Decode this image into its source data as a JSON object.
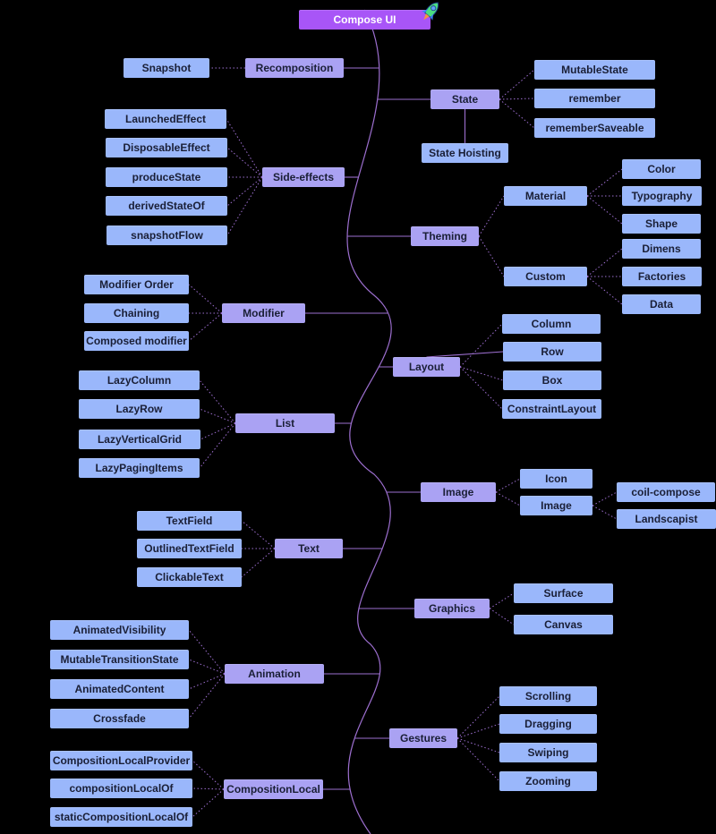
{
  "colors": {
    "background": "#000000",
    "root": "#a855f7",
    "topic": "#aaa2f3",
    "leaf": "#9ab7fb",
    "line": "#9d6fd0",
    "text": "#1a1f36"
  },
  "root": {
    "label": "Compose UI",
    "icon": "rocket-icon"
  },
  "nodes": [
    {
      "id": "recomposition",
      "label": "Recomposition",
      "kind": "topic",
      "parent": "spine"
    },
    {
      "id": "snapshot",
      "label": "Snapshot",
      "kind": "leaf",
      "parent": "recomposition"
    },
    {
      "id": "state",
      "label": "State",
      "kind": "topic",
      "parent": "spine"
    },
    {
      "id": "mutablestate",
      "label": "MutableState",
      "kind": "leaf",
      "parent": "state"
    },
    {
      "id": "remember",
      "label": "remember",
      "kind": "leaf",
      "parent": "state"
    },
    {
      "id": "remembersaveable",
      "label": "rememberSaveable",
      "kind": "leaf",
      "parent": "state"
    },
    {
      "id": "statehoisting",
      "label": "State Hoisting",
      "kind": "leaf",
      "parent": "state"
    },
    {
      "id": "sideeffects",
      "label": "Side-effects",
      "kind": "topic",
      "parent": "spine"
    },
    {
      "id": "launchedeffect",
      "label": "LaunchedEffect",
      "kind": "leaf",
      "parent": "sideeffects"
    },
    {
      "id": "disposableeffect",
      "label": "DisposableEffect",
      "kind": "leaf",
      "parent": "sideeffects"
    },
    {
      "id": "producestate",
      "label": "produceState",
      "kind": "leaf",
      "parent": "sideeffects"
    },
    {
      "id": "derivedstateof",
      "label": "derivedStateOf",
      "kind": "leaf",
      "parent": "sideeffects"
    },
    {
      "id": "snapshotflow",
      "label": "snapshotFlow",
      "kind": "leaf",
      "parent": "sideeffects"
    },
    {
      "id": "theming",
      "label": "Theming",
      "kind": "topic",
      "parent": "spine"
    },
    {
      "id": "material",
      "label": "Material",
      "kind": "leaf",
      "parent": "theming"
    },
    {
      "id": "color",
      "label": "Color",
      "kind": "leaf",
      "parent": "material"
    },
    {
      "id": "typography",
      "label": "Typography",
      "kind": "leaf",
      "parent": "material"
    },
    {
      "id": "shape",
      "label": "Shape",
      "kind": "leaf",
      "parent": "material"
    },
    {
      "id": "custom",
      "label": "Custom",
      "kind": "leaf",
      "parent": "theming"
    },
    {
      "id": "dimens",
      "label": "Dimens",
      "kind": "leaf",
      "parent": "custom"
    },
    {
      "id": "factories",
      "label": "Factories",
      "kind": "leaf",
      "parent": "custom"
    },
    {
      "id": "data",
      "label": "Data",
      "kind": "leaf",
      "parent": "custom"
    },
    {
      "id": "modifier",
      "label": "Modifier",
      "kind": "topic",
      "parent": "spine"
    },
    {
      "id": "modifierorder",
      "label": "Modifier Order",
      "kind": "leaf",
      "parent": "modifier"
    },
    {
      "id": "chaining",
      "label": "Chaining",
      "kind": "leaf",
      "parent": "modifier"
    },
    {
      "id": "composedmodifier",
      "label": "Composed modifier",
      "kind": "leaf",
      "parent": "modifier"
    },
    {
      "id": "layout",
      "label": "Layout",
      "kind": "topic",
      "parent": "spine"
    },
    {
      "id": "column",
      "label": "Column",
      "kind": "leaf",
      "parent": "layout"
    },
    {
      "id": "row",
      "label": "Row",
      "kind": "leaf",
      "parent": "layout"
    },
    {
      "id": "box",
      "label": "Box",
      "kind": "leaf",
      "parent": "layout"
    },
    {
      "id": "constraintlayout",
      "label": "ConstraintLayout",
      "kind": "leaf",
      "parent": "layout"
    },
    {
      "id": "list",
      "label": "List",
      "kind": "topic",
      "parent": "spine"
    },
    {
      "id": "lazycolumn",
      "label": "LazyColumn",
      "kind": "leaf",
      "parent": "list"
    },
    {
      "id": "lazyrow",
      "label": "LazyRow",
      "kind": "leaf",
      "parent": "list"
    },
    {
      "id": "lazyverticalgrid",
      "label": "LazyVerticalGrid",
      "kind": "leaf",
      "parent": "list"
    },
    {
      "id": "lazypagingitems",
      "label": "LazyPagingItems",
      "kind": "leaf",
      "parent": "list"
    },
    {
      "id": "image",
      "label": "Image",
      "kind": "topic",
      "parent": "spine"
    },
    {
      "id": "icon",
      "label": "Icon",
      "kind": "leaf",
      "parent": "image"
    },
    {
      "id": "image2",
      "label": "Image",
      "kind": "leaf",
      "parent": "image"
    },
    {
      "id": "coilcompose",
      "label": "coil-compose",
      "kind": "leaf",
      "parent": "image2"
    },
    {
      "id": "landscapist",
      "label": "Landscapist",
      "kind": "leaf",
      "parent": "image2"
    },
    {
      "id": "text",
      "label": "Text",
      "kind": "topic",
      "parent": "spine"
    },
    {
      "id": "textfield",
      "label": "TextField",
      "kind": "leaf",
      "parent": "text"
    },
    {
      "id": "outlinedtextfield",
      "label": "OutlinedTextField",
      "kind": "leaf",
      "parent": "text"
    },
    {
      "id": "clickabletext",
      "label": "ClickableText",
      "kind": "leaf",
      "parent": "text"
    },
    {
      "id": "graphics",
      "label": "Graphics",
      "kind": "topic",
      "parent": "spine"
    },
    {
      "id": "surface",
      "label": "Surface",
      "kind": "leaf",
      "parent": "graphics"
    },
    {
      "id": "canvas",
      "label": "Canvas",
      "kind": "leaf",
      "parent": "graphics"
    },
    {
      "id": "animation",
      "label": "Animation",
      "kind": "topic",
      "parent": "spine"
    },
    {
      "id": "animatedvisibility",
      "label": "AnimatedVisibility",
      "kind": "leaf",
      "parent": "animation"
    },
    {
      "id": "mutabletransitionstate",
      "label": "MutableTransitionState",
      "kind": "leaf",
      "parent": "animation"
    },
    {
      "id": "animatedcontent",
      "label": "AnimatedContent",
      "kind": "leaf",
      "parent": "animation"
    },
    {
      "id": "crossfade",
      "label": "Crossfade",
      "kind": "leaf",
      "parent": "animation"
    },
    {
      "id": "gestures",
      "label": "Gestures",
      "kind": "topic",
      "parent": "spine"
    },
    {
      "id": "scrolling",
      "label": "Scrolling",
      "kind": "leaf",
      "parent": "gestures"
    },
    {
      "id": "dragging",
      "label": "Dragging",
      "kind": "leaf",
      "parent": "gestures"
    },
    {
      "id": "swiping",
      "label": "Swiping",
      "kind": "leaf",
      "parent": "gestures"
    },
    {
      "id": "zooming",
      "label": "Zooming",
      "kind": "leaf",
      "parent": "gestures"
    },
    {
      "id": "compositionlocal",
      "label": "CompositionLocal",
      "kind": "topic",
      "parent": "spine"
    },
    {
      "id": "compositionlocalprovider",
      "label": "CompositionLocalProvider",
      "kind": "leaf",
      "parent": "compositionlocal"
    },
    {
      "id": "compositionlocalof",
      "label": "compositionLocalOf",
      "kind": "leaf",
      "parent": "compositionlocal"
    },
    {
      "id": "staticcompositionlocalof",
      "label": "staticCompositionLocalOf",
      "kind": "leaf",
      "parent": "compositionlocal"
    }
  ]
}
